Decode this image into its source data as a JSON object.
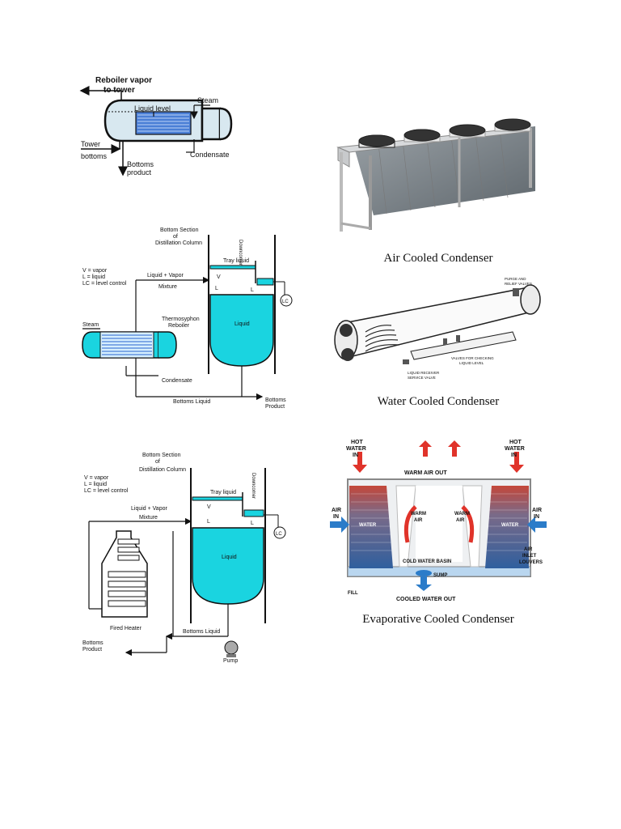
{
  "kettle_reboiler": {
    "reboiler_vapor": "Reboiler vapor",
    "to_tower": "to tower",
    "liquid_level": "Liquid level",
    "steam": "Steam",
    "tower": "Tower",
    "bottoms": "bottoms",
    "condensate": "Condensate",
    "bottoms_product_1": "Bottoms",
    "bottoms_product_2": "product"
  },
  "thermosyphon": {
    "bottom_section_1": "Bottom Section",
    "bottom_section_2": "of",
    "bottom_section_3": "Distillation Column",
    "legend_v": "V = vapor",
    "legend_l": "L = liquid",
    "legend_lc": "LC = level control",
    "liquid_vapor": "Liquid + Vapor",
    "mixture": "Mixture",
    "tray_liquid": "Tray liquid",
    "downcomer": "Downcomer",
    "v": "V",
    "l1": "L",
    "l2": "L",
    "lc": "LC",
    "steam": "Steam",
    "reboiler_1": "Thermosyphon",
    "reboiler_2": "Reboiler",
    "liquid": "Liquid",
    "condensate": "Condensate",
    "bottoms_liquid": "Bottoms Liquid",
    "bottoms_product_1": "Bottoms",
    "bottoms_product_2": "Product"
  },
  "fired_heater": {
    "bottom_section_1": "Bottom Section",
    "bottom_section_2": "of",
    "bottom_section_3": "Distillation Column",
    "legend_v": "V = vapor",
    "legend_l": "L = liquid",
    "legend_lc": "LC = level control",
    "liquid_vapor": "Liquid + Vapor",
    "mixture": "Mixture",
    "tray_liquid": "Tray liquid",
    "downcomer": "Downcomer",
    "v": "V",
    "l1": "L",
    "l2": "L",
    "lc": "LC",
    "liquid": "Liquid",
    "fired_heater": "Fired Heater",
    "bottoms_liquid": "Bottoms Liquid",
    "bottoms_product_1": "Bottoms",
    "bottoms_product_2": "Product",
    "pump": "Pump"
  },
  "air_cooled": {
    "caption": "Air Cooled Condenser"
  },
  "water_cooled": {
    "purge_1": "PURGE AND",
    "purge_2": "RELIEF VALVES",
    "valves_1": "VALVES FOR CHECKING",
    "valves_2": "LIQUID LEVEL",
    "receiver_1": "LIQUID RECEIVER",
    "receiver_2": "SERVICE VALVE",
    "caption": "Water Cooled Condenser"
  },
  "evaporative": {
    "hot_water_l": [
      "HOT",
      "WATER",
      "IN"
    ],
    "hot_water_r": [
      "HOT",
      "WATER",
      "IN"
    ],
    "warm_air_out": "WARM AIR OUT",
    "air_in_l": [
      "AIR",
      "IN"
    ],
    "air_in_r": [
      "AIR",
      "IN"
    ],
    "water_l": "WATER",
    "water_r": "WATER",
    "warm_air_l": [
      "WARM",
      "AIR"
    ],
    "warm_air_r": [
      "WARM",
      "AIR"
    ],
    "cold_water_basin": "COLD WATER BASIN",
    "sump": "SUMP",
    "louvers": [
      "AIR",
      "INLET",
      "LOUVERS"
    ],
    "fill": "FILL",
    "cooled_water_out": "COOLED WATER OUT",
    "caption": "Evaporative Cooled Condenser"
  },
  "colors": {
    "liquid_cyan": "#1ad4e0",
    "tube_blue": "#4b7fd6",
    "hot_red": "#e0332a",
    "air_blue": "#2b7cc9"
  }
}
